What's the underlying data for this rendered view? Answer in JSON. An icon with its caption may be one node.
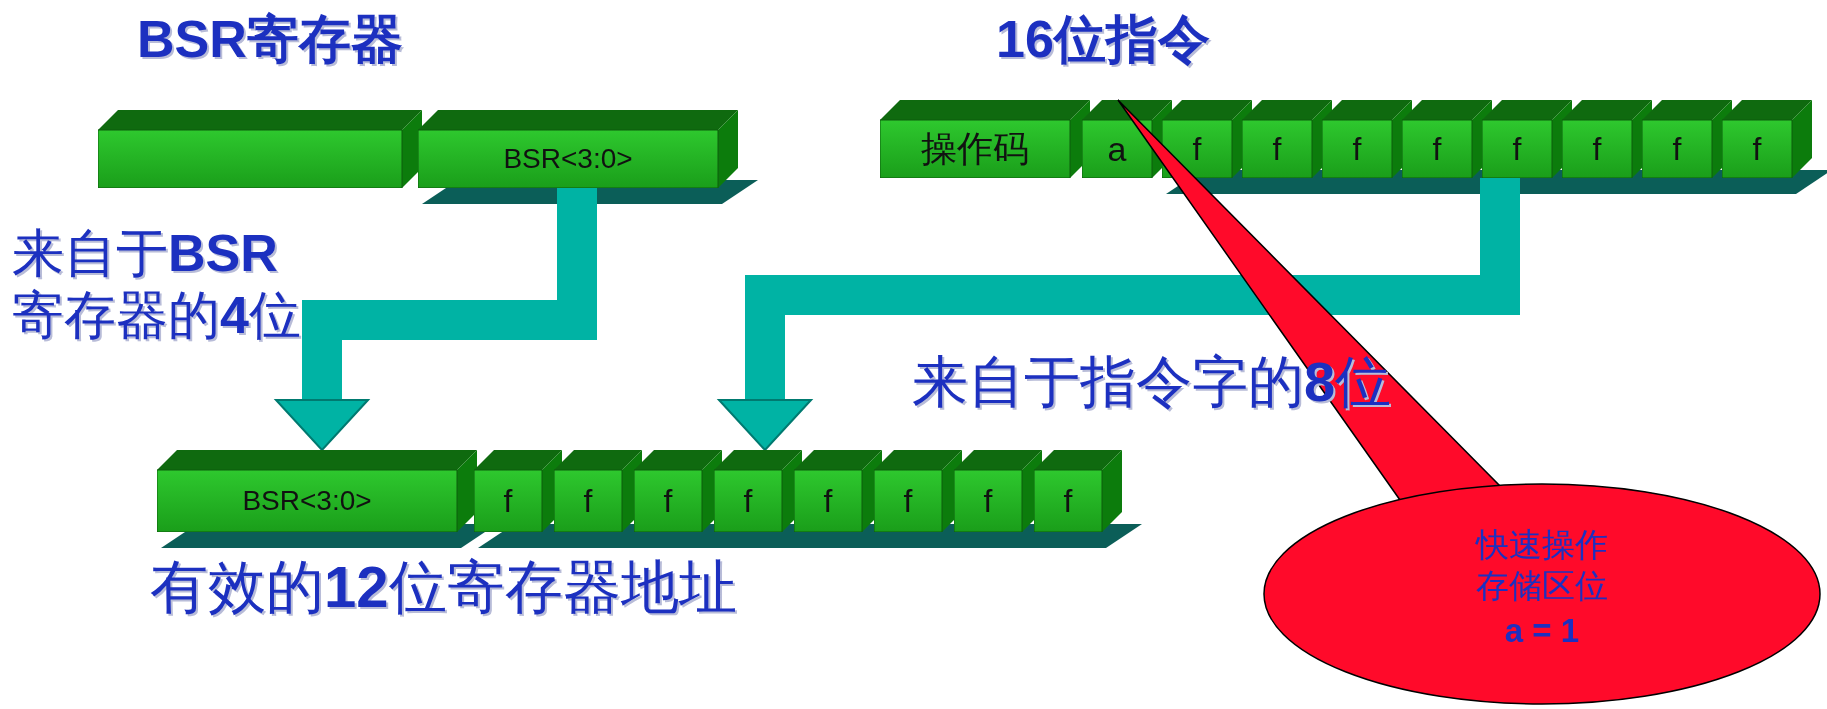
{
  "diagram": {
    "nodes": [
      {
        "text": [],
        "shape": "box"
      },
      {
        "text": [
          "BSR<3:0>"
        ]
      },
      {
        "text": [
          "操作码"
        ]
      },
      {
        "text": [
          "a"
        ]
      },
      {
        "text": [
          "f"
        ]
      },
      {
        "text": [
          "f"
        ]
      },
      {
        "text": [
          "f"
        ]
      },
      {
        "text": [
          "f"
        ]
      },
      {
        "text": [
          "f"
        ]
      },
      {
        "text": [
          "f"
        ]
      },
      {
        "text": [
          "f"
        ]
      },
      {
        "text": [
          "f"
        ]
      },
      {
        "text": [
          "BSR<3:0>"
        ]
      },
      {
        "text": [
          "f"
        ]
      },
      {
        "text": [
          "f"
        ]
      },
      {
        "text": [
          "f"
        ]
      },
      {
        "text": [
          "f"
        ]
      },
      {
        "text": [
          "f"
        ]
      },
      {
        "text": [
          "f"
        ]
      },
      {
        "text": [
          "f"
        ]
      },
      {
        "text": [
          "f"
        ]
      },
      {
        "text": [
          "快速操作存储区位",
          "a = 1"
        ]
      }
    ],
    "edges": [
      {
        "from": 1,
        "to": 12,
        "arrow": "to"
      },
      {
        "from": 8,
        "to": 16,
        "arrow": "to"
      },
      {
        "from": 21,
        "to": 3,
        "arrow": "none",
        "color": "#ff0a2a"
      }
    ],
    "labels": [
      "BSR寄存器",
      "16位指令",
      "来自于**BSR**寄存器的**4**位",
      "来自于指令字的**8**位",
      "有效的**12**位寄存器地址"
    ]
  }
}
